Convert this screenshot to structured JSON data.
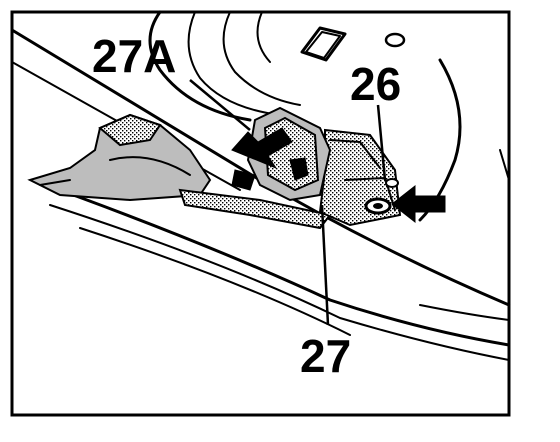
{
  "callouts": {
    "part_27a": "27A",
    "part_26": "26",
    "part_27": "27"
  },
  "colors": {
    "ink": "#000000",
    "paper": "#ffffff",
    "shade": "#bdbdbd"
  }
}
